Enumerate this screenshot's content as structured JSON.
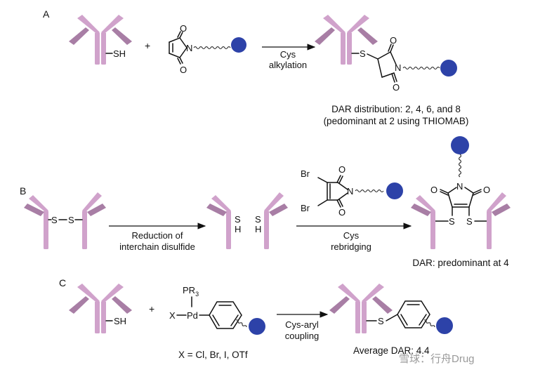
{
  "panels": {
    "a": {
      "letter": "A",
      "reagent_sh": "SH",
      "plus": "+",
      "maleimide": {
        "o_top": "O",
        "o_bottom": "O",
        "n": "N"
      },
      "arrow_top": "Cys",
      "arrow_bottom": "alkylation",
      "product": {
        "s": "S",
        "o_top": "O",
        "o_bottom": "O",
        "n": "N"
      },
      "caption_line1": "DAR distribution: 2, 4, 6, and 8",
      "caption_line2": "(pedominant at 2 using THIOMAB)"
    },
    "b": {
      "letter": "B",
      "disulfide_s1": "S",
      "disulfide_s2": "S",
      "arrow1_line1": "Reduction of",
      "arrow1_line2": "interchain disulfide",
      "thiol1_s": "S",
      "thiol1_h": "H",
      "thiol2_s": "S",
      "thiol2_h": "H",
      "reagent": {
        "br1": "Br",
        "br2": "Br",
        "o_top": "O",
        "o_bottom": "O",
        "n": "N"
      },
      "arrow2_top": "Cys",
      "arrow2_bottom": "rebridging",
      "product": {
        "o_left": "O",
        "o_right": "O",
        "n": "N",
        "s1": "S",
        "s2": "S"
      },
      "caption": "DAR: predominant at 4"
    },
    "c": {
      "letter": "C",
      "reagent_sh": "SH",
      "plus": "+",
      "pr3_main": "PR",
      "pr3_sub": "3",
      "x_pd": "X",
      "pd": "Pd",
      "x_caption": "X = Cl, Br, I, OTf",
      "arrow_top": "Cys-aryl",
      "arrow_bottom": "coupling",
      "product_s": "S",
      "caption": "Average DAR: 4.4"
    }
  },
  "watermark": "雪球：行舟Drug",
  "colors": {
    "antibody_light": "#d0a2cb",
    "antibody_dark": "#a87ea5",
    "payload": "#2d42a8"
  }
}
